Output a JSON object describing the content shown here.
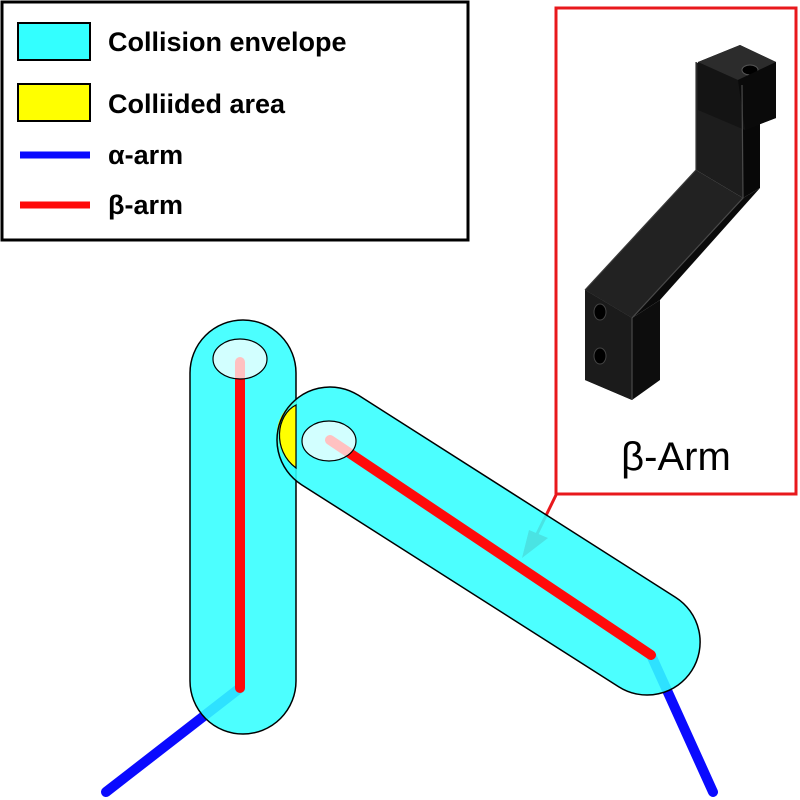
{
  "legend": {
    "items": [
      {
        "label": "Collision envelope",
        "kind": "swatch",
        "color": "#33ffff"
      },
      {
        "label": "Colliided area",
        "kind": "swatch",
        "color": "#ffff00"
      },
      {
        "label": "α-arm",
        "kind": "line",
        "color": "#0a0aff"
      },
      {
        "label": "β-arm",
        "kind": "line",
        "color": "#ff0a0a"
      }
    ]
  },
  "inset": {
    "caption": "β-Arm",
    "border_color": "#e8181c",
    "image_icon": "beta-arm-part-render"
  },
  "colors": {
    "envelope": "#33ffff",
    "collided": "#ffff00",
    "alpha_arm": "#0a0aff",
    "beta_arm": "#ff0a0a",
    "pointer": "#e8181c"
  }
}
